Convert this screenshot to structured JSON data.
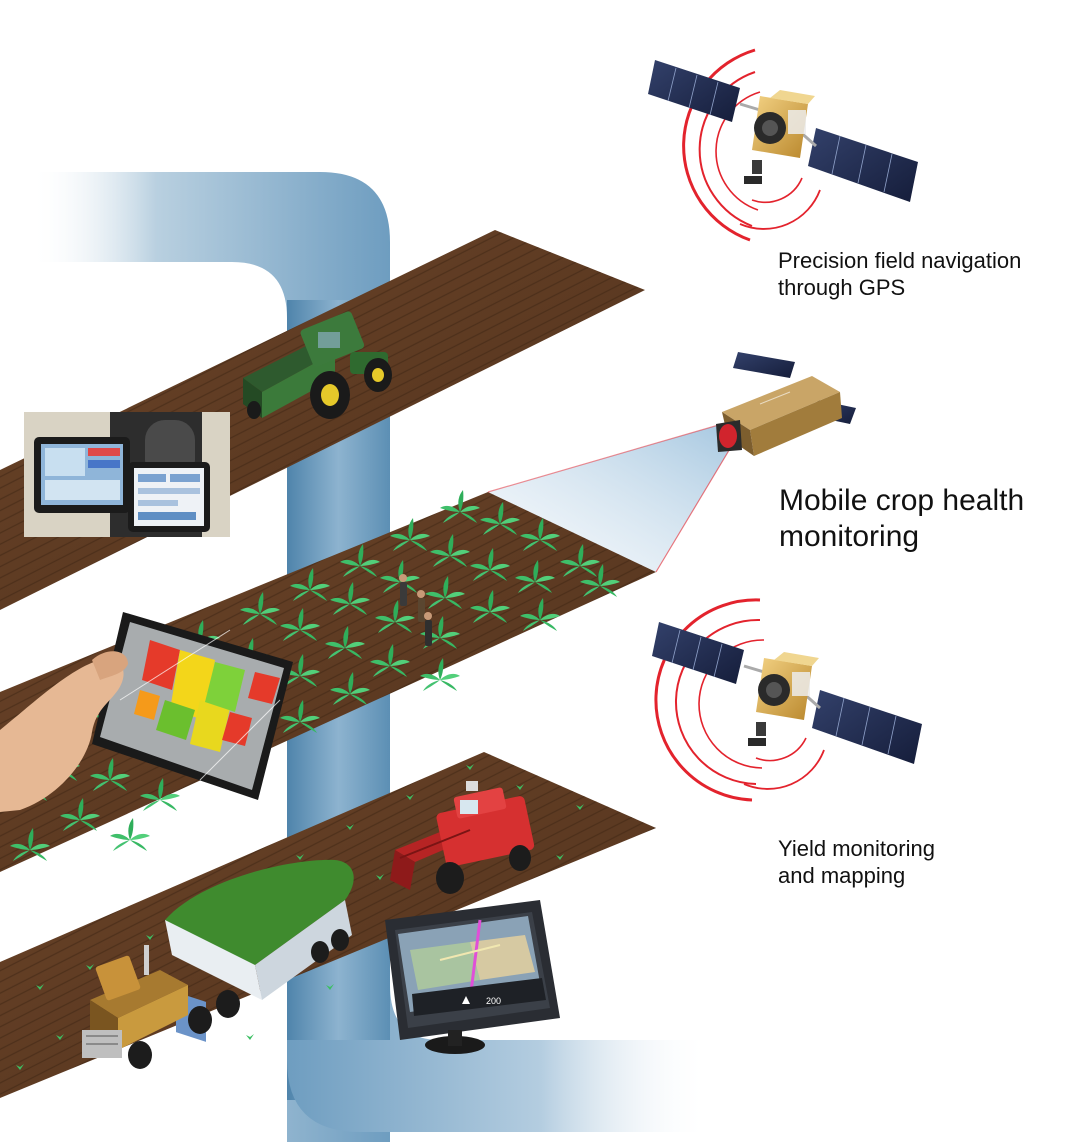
{
  "captions": {
    "gps": [
      "Precision field navigation",
      "through GPS"
    ],
    "crop": [
      "Mobile crop health",
      "monitoring"
    ],
    "yield": [
      "Yield monitoring",
      "and mapping"
    ]
  },
  "navigator_screen": {
    "distance": "200"
  },
  "icons": {
    "satellite_top": "satellite-icon",
    "satellite_bottom": "satellite-icon",
    "cubesat": "cubesat-icon",
    "tractor": "tractor-icon",
    "combine": "combine-harvester-icon",
    "truck": "grain-truck-icon",
    "gps_device": "gps-navigator-icon",
    "tablet": "tablet-icon",
    "cab_monitors": "cab-monitors-icon"
  },
  "colors": {
    "signal_ring": "#e3232d",
    "data_pipe": "#5d8fb3",
    "soil": "#6b4528",
    "crop": "#3fbf6a"
  }
}
